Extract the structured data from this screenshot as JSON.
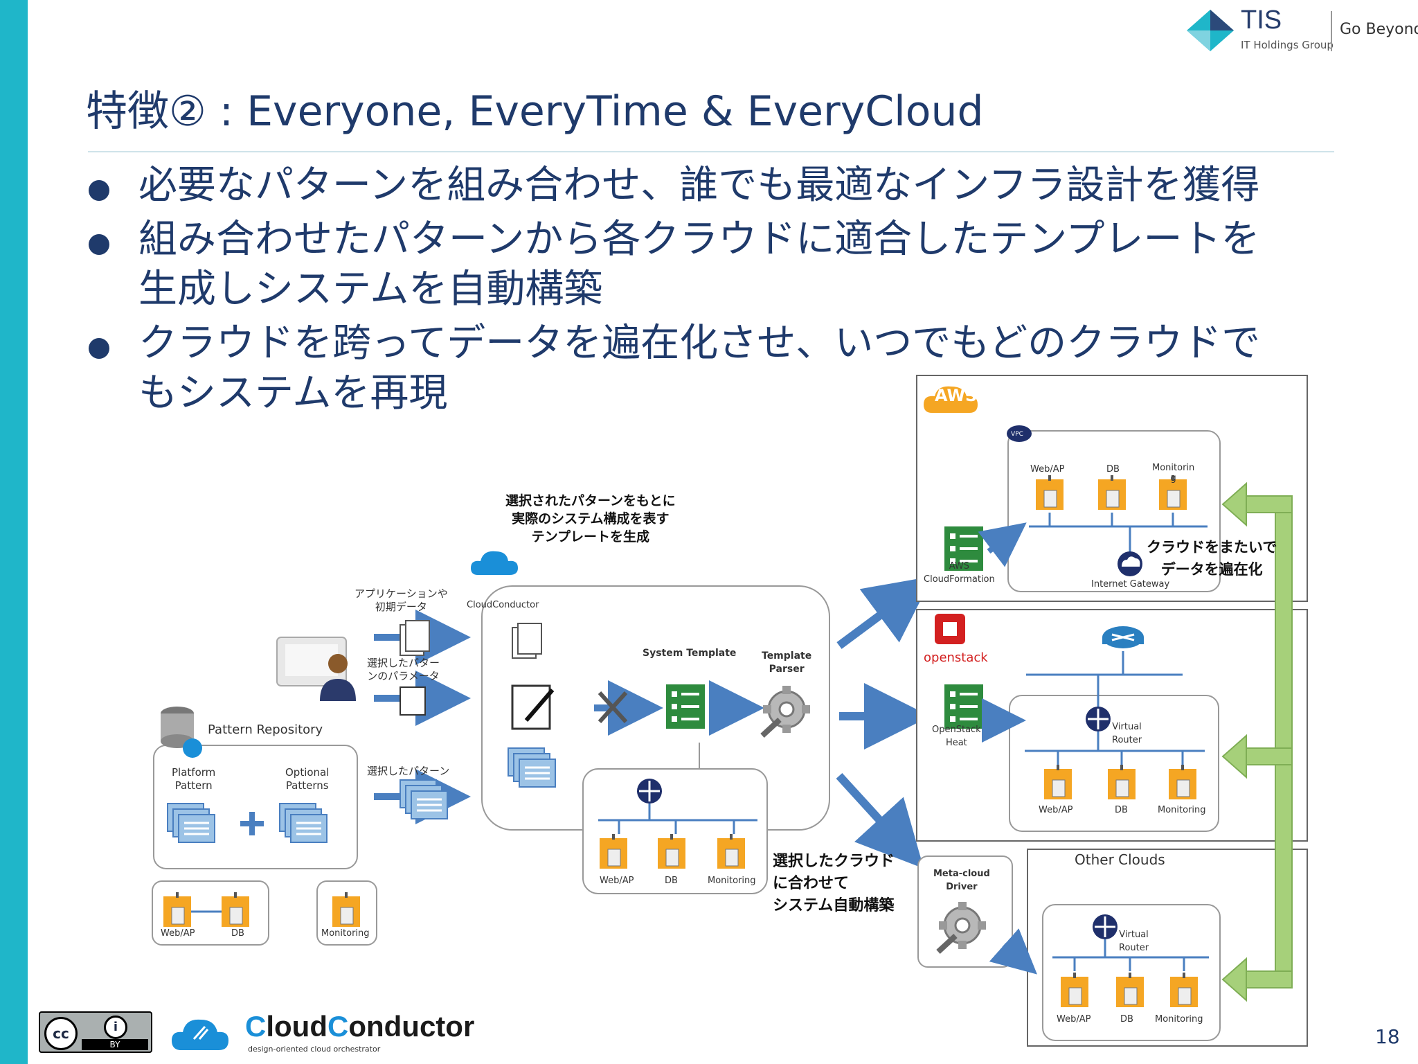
{
  "slide": {
    "title": "特徴② : Everyone, EveryTime & EveryCloud",
    "page_number": "18",
    "bullets": [
      "必要なパターンを組み合わせ、誰でも最適なインフラ設計を獲得",
      "組み合わせたパターンから各クラウドに適合したテンプレートを生成しシステムを自動構築",
      "クラウドを跨ってデータを遍在化させ、いつでもどのクラウドでもシステムを再現"
    ]
  },
  "header": {
    "company": "TIS",
    "company_sub": "IT Holdings Group",
    "slogan": "Go Beyond"
  },
  "footer": {
    "license_by": "BY",
    "license_cc": "cc",
    "brand_part1": "Cloud",
    "brand_part2": "Conductor",
    "brand_tagline": "design-oriented cloud orchestrator"
  },
  "diagram": {
    "note_generate": "選択されたパターンをもとに\n実際のシステム構成を表す\nテンプレートを生成",
    "app_data_label": "アプリケーションや\n初期データ",
    "params_label": "選択したパター\nンのパラメータ",
    "selected_pattern_label": "選択したパターン",
    "cloudconductor_label": "CloudConductor",
    "system_template_label": "System Template",
    "template_parser_label": "Template\nParser",
    "pattern_repository_label": "Pattern Repository",
    "platform_pattern_label": "Platform\nPattern",
    "optional_patterns_label": "Optional\nPatterns",
    "note_build": "選択したクラウド\nに合わせて\nシステム自動構築",
    "webap": "Web/AP",
    "db": "DB",
    "monitoring": "Monitoring",
    "aws_label": "AWS",
    "vpc_label": "VPC",
    "aws_cf_label": "AWS\nCloudFormation",
    "aws_monitoring": "Monitorin\ng",
    "internet_gateway": "Internet Gateway",
    "note_data": "クラウドをまたいで\nデータを遍在化",
    "openstack_label": "openstack",
    "openstack_heat": "OpenStack\nHeat",
    "virtual_router": "Virtual\nRouter",
    "other_clouds": "Other Clouds",
    "meta_cloud_driver": "Meta-cloud\nDriver"
  },
  "colors": {
    "accent": "#1fb6c9",
    "title": "#1f3a6b",
    "arrow_blue": "#4a7fc0",
    "arrow_green": "#a6d07a",
    "server_orange": "#f5a623",
    "template_green": "#2e8b3e"
  }
}
